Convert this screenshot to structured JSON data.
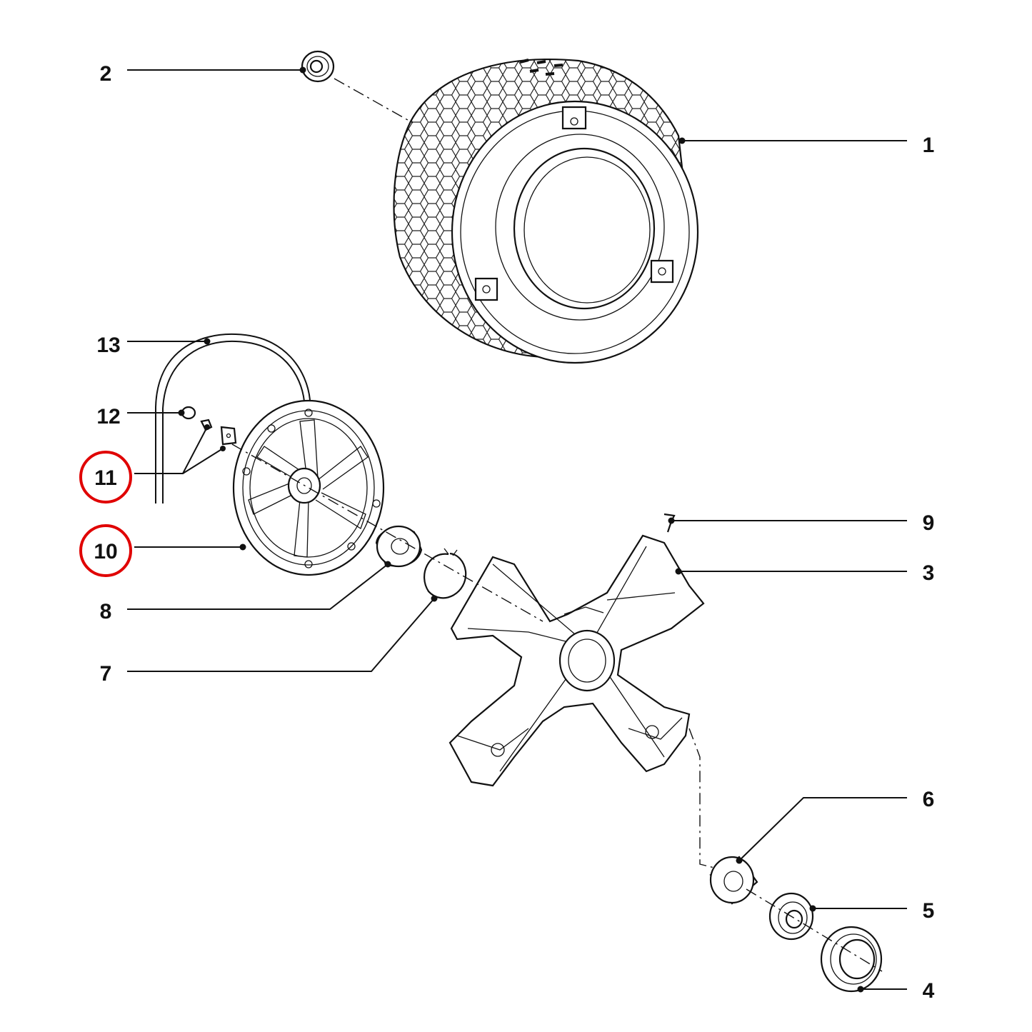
{
  "callouts": [
    {
      "id": "1",
      "label": "1"
    },
    {
      "id": "2",
      "label": "2"
    },
    {
      "id": "3",
      "label": "3"
    },
    {
      "id": "4",
      "label": "4"
    },
    {
      "id": "5",
      "label": "5"
    },
    {
      "id": "6",
      "label": "6"
    },
    {
      "id": "7",
      "label": "7"
    },
    {
      "id": "8",
      "label": "8"
    },
    {
      "id": "9",
      "label": "9"
    },
    {
      "id": "10",
      "label": "10",
      "highlighted": true
    },
    {
      "id": "11",
      "label": "11",
      "highlighted": true
    },
    {
      "id": "12",
      "label": "12"
    },
    {
      "id": "13",
      "label": "13"
    }
  ],
  "colors": {
    "line": "#111111",
    "highlight": "#e00000",
    "background": "#ffffff"
  }
}
